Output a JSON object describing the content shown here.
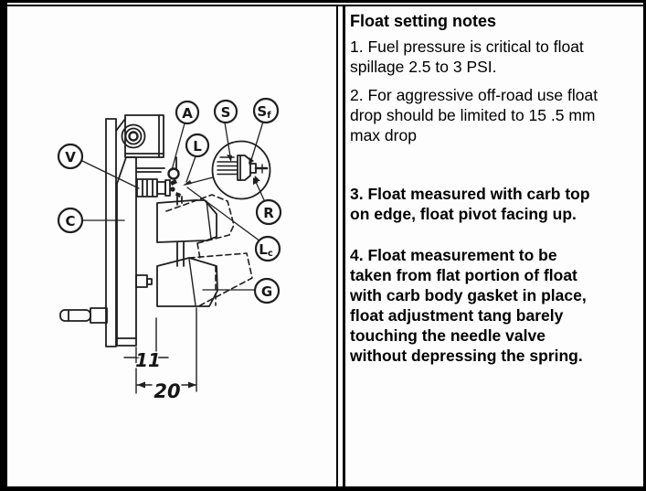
{
  "page": {
    "background": "#ffffff",
    "ink": "#000000"
  },
  "notes_panel": {
    "title": "Float setting notes",
    "note1": {
      "lines": [
        "1. Fuel pressure is critical to float",
        "spillage 2.5 to 3 PSI."
      ]
    },
    "note2": {
      "lines": [
        "2. For aggressive off-road use float",
        "drop should be limited to 15 .5 mm",
        "max drop"
      ]
    },
    "note3": {
      "lines": [
        "3. Float measured with carb top",
        "on edge, float pivot facing up."
      ]
    },
    "note4": {
      "lines": [
        "4. Float measurement to be",
        "taken from flat portion of float",
        "with carb body gasket in place,",
        "float adjustment tang barely",
        "touching the needle valve",
        "without depressing the spring."
      ]
    }
  },
  "diagram": {
    "callouts": {
      "V": "V",
      "C": "C",
      "A": "A",
      "L": "L",
      "S": "S",
      "Sf_main": "S",
      "Sf_sub": "f",
      "R": "R",
      "Lc_main": "L",
      "Lc_sub": "c",
      "G": "G"
    },
    "dimensions": {
      "width_11": "11",
      "width_20": "20"
    }
  }
}
